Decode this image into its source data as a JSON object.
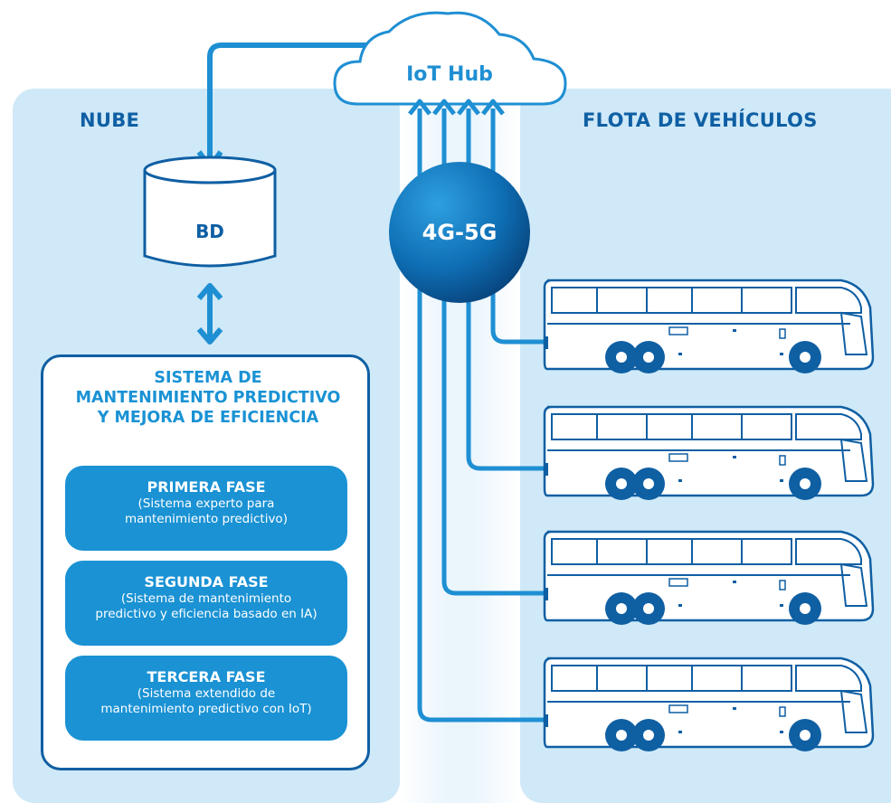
{
  "left_panel": {
    "heading": "NUBE"
  },
  "right_panel": {
    "heading": "FLOTA DE VEHÍCULOS"
  },
  "cloud": {
    "label": "IoT Hub"
  },
  "database": {
    "label": "BD"
  },
  "network": {
    "label": "4G-5G"
  },
  "system": {
    "title_lines": [
      "SISTEMA DE",
      "MANTENIMIENTO PREDICTIVO",
      "Y MEJORA DE EFICIENCIA"
    ],
    "phases": [
      {
        "title": "PRIMERA FASE",
        "desc_lines": [
          "(Sistema experto para",
          "mantenimiento predictivo)"
        ]
      },
      {
        "title": "SEGUNDA FASE",
        "desc_lines": [
          "(Sistema de mantenimiento",
          "predictivo y eficiencia basado en IA)"
        ]
      },
      {
        "title": "TERCERA FASE",
        "desc_lines": [
          "(Sistema extendido de",
          "mantenimiento predictivo con IoT)"
        ]
      }
    ]
  },
  "colors": {
    "dark_blue": "#0f5fa3",
    "light_blue": "#1a92d4",
    "panel_bg": "#cfe9f8",
    "connector": "#1f8fd3"
  },
  "vehicles": [
    "bus",
    "bus",
    "bus",
    "bus"
  ]
}
